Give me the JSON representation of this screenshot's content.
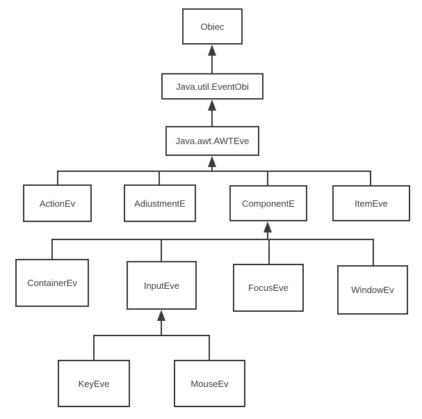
{
  "diagram": {
    "type": "class-hierarchy-tree",
    "nodes": {
      "object": {
        "label": "Obiec"
      },
      "event_object": {
        "label": "Java.util.EventObi"
      },
      "awt_event": {
        "label": "Java.awt.AWTEve"
      },
      "action_event": {
        "label": "ActionEv"
      },
      "adjustment_event": {
        "label": "AdiustmentE"
      },
      "component_event": {
        "label": "ComponentE"
      },
      "item_event": {
        "label": "ItemEve"
      },
      "container_event": {
        "label": "ContainerEv"
      },
      "input_event": {
        "label": "InputEve"
      },
      "focus_event": {
        "label": "FocusEve"
      },
      "window_event": {
        "label": "WindowEv"
      },
      "key_event": {
        "label": "KeyEve"
      },
      "mouse_event": {
        "label": "MouseEv"
      }
    },
    "edges": [
      {
        "from": "event_object",
        "to": "object"
      },
      {
        "from": "awt_event",
        "to": "event_object"
      },
      {
        "from": "action_event",
        "to": "awt_event"
      },
      {
        "from": "adjustment_event",
        "to": "awt_event"
      },
      {
        "from": "component_event",
        "to": "awt_event"
      },
      {
        "from": "item_event",
        "to": "awt_event"
      },
      {
        "from": "container_event",
        "to": "component_event"
      },
      {
        "from": "input_event",
        "to": "component_event"
      },
      {
        "from": "focus_event",
        "to": "component_event"
      },
      {
        "from": "window_event",
        "to": "component_event"
      },
      {
        "from": "key_event",
        "to": "input_event"
      },
      {
        "from": "mouse_event",
        "to": "input_event"
      }
    ],
    "colors": {
      "stroke": "#3a3a3a",
      "text": "#3d3d3d",
      "box_background": "#ffffff",
      "page_background": "#ffffff"
    }
  }
}
